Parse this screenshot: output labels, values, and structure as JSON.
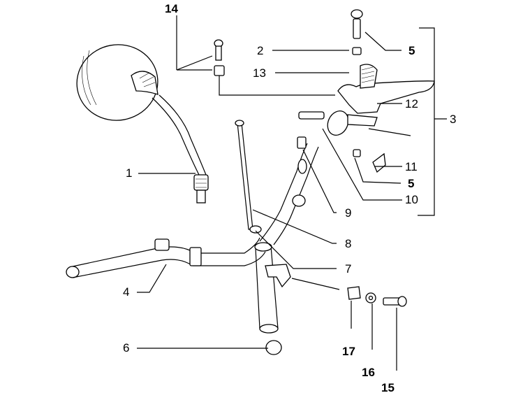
{
  "diagram": {
    "callouts": [
      {
        "id": "c1",
        "text": "1"
      },
      {
        "id": "c2",
        "text": "2"
      },
      {
        "id": "c3",
        "text": "3"
      },
      {
        "id": "c4",
        "text": "4"
      },
      {
        "id": "c5a",
        "text": "5"
      },
      {
        "id": "c5b",
        "text": "5"
      },
      {
        "id": "c6",
        "text": "6"
      },
      {
        "id": "c7",
        "text": "7"
      },
      {
        "id": "c8",
        "text": "8"
      },
      {
        "id": "c9",
        "text": "9"
      },
      {
        "id": "c10",
        "text": "10"
      },
      {
        "id": "c11",
        "text": "11"
      },
      {
        "id": "c12",
        "text": "12"
      },
      {
        "id": "c13",
        "text": "13"
      },
      {
        "id": "c14",
        "text": "14"
      },
      {
        "id": "c15",
        "text": "15"
      },
      {
        "id": "c16",
        "text": "16"
      },
      {
        "id": "c17",
        "text": "17"
      }
    ]
  }
}
